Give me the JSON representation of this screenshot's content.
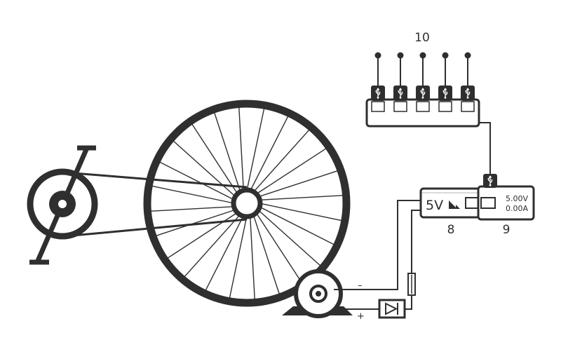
{
  "colors": {
    "ink": "#2f2f2f",
    "paper": "#ffffff",
    "panel": "#f2f2f2"
  },
  "labels": {
    "usb_hub": "10",
    "regulator": "8",
    "usb_meter": "9",
    "minus": "–",
    "plus": "+"
  },
  "regulator": {
    "voltage": "5V"
  },
  "meter": {
    "voltage": "5.00V",
    "current": "0.00A"
  },
  "hub": {
    "port_count": 5,
    "port_icon": "usb-icon"
  },
  "wheel": {
    "spoke_count": 24
  }
}
